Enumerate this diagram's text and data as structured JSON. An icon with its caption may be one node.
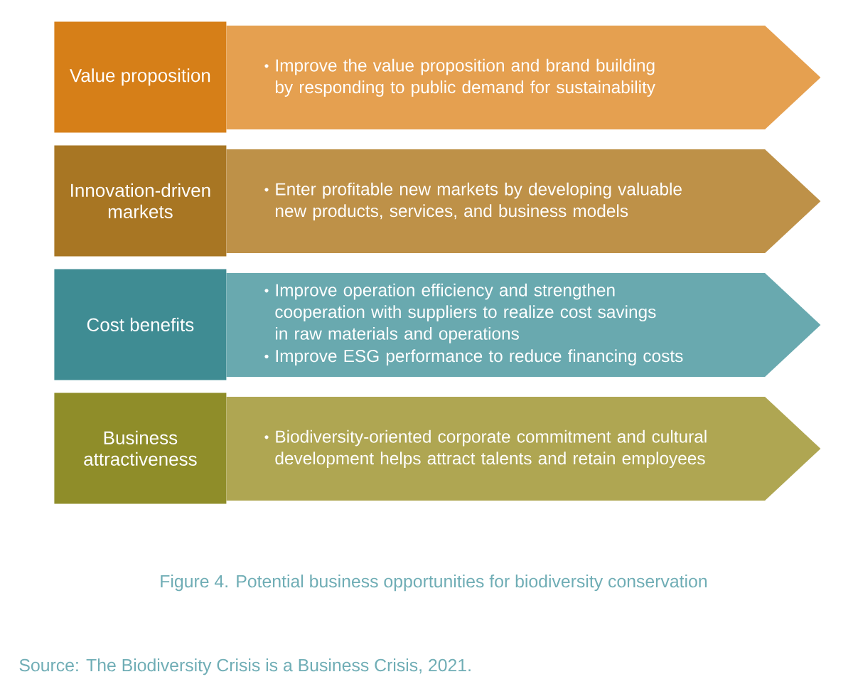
{
  "diagram": {
    "caption": "Figure 4. Potential business opportunities for biodiversity conservation",
    "nodes": [
      {
        "text": [
          "Value proposition"
        ]
      },
      {
        "text": [
          "Improve the value proposition and brand building by responding to public demand for sustainability"
        ]
      },
      {
        "text": [
          "Innovation-driven markets"
        ]
      },
      {
        "text": [
          "Enter profitable new markets by developing valuable new products, services, and business models"
        ]
      },
      {
        "text": [
          "Cost benefits"
        ]
      },
      {
        "text": [
          "Improve operation efficiency and strengthen cooperation with suppliers to realize cost savings in raw materials and operations",
          "Improve ESG performance to reduce financing costs"
        ]
      },
      {
        "text": [
          "Business attractiveness"
        ]
      },
      {
        "text": [
          "Biodiversity-oriented corporate commitment and cultural development helps attract talents and retain employees"
        ]
      }
    ],
    "labels": [
      "Source: The Biodiversity Crisis is a Business Crisis, 2021."
    ]
  }
}
